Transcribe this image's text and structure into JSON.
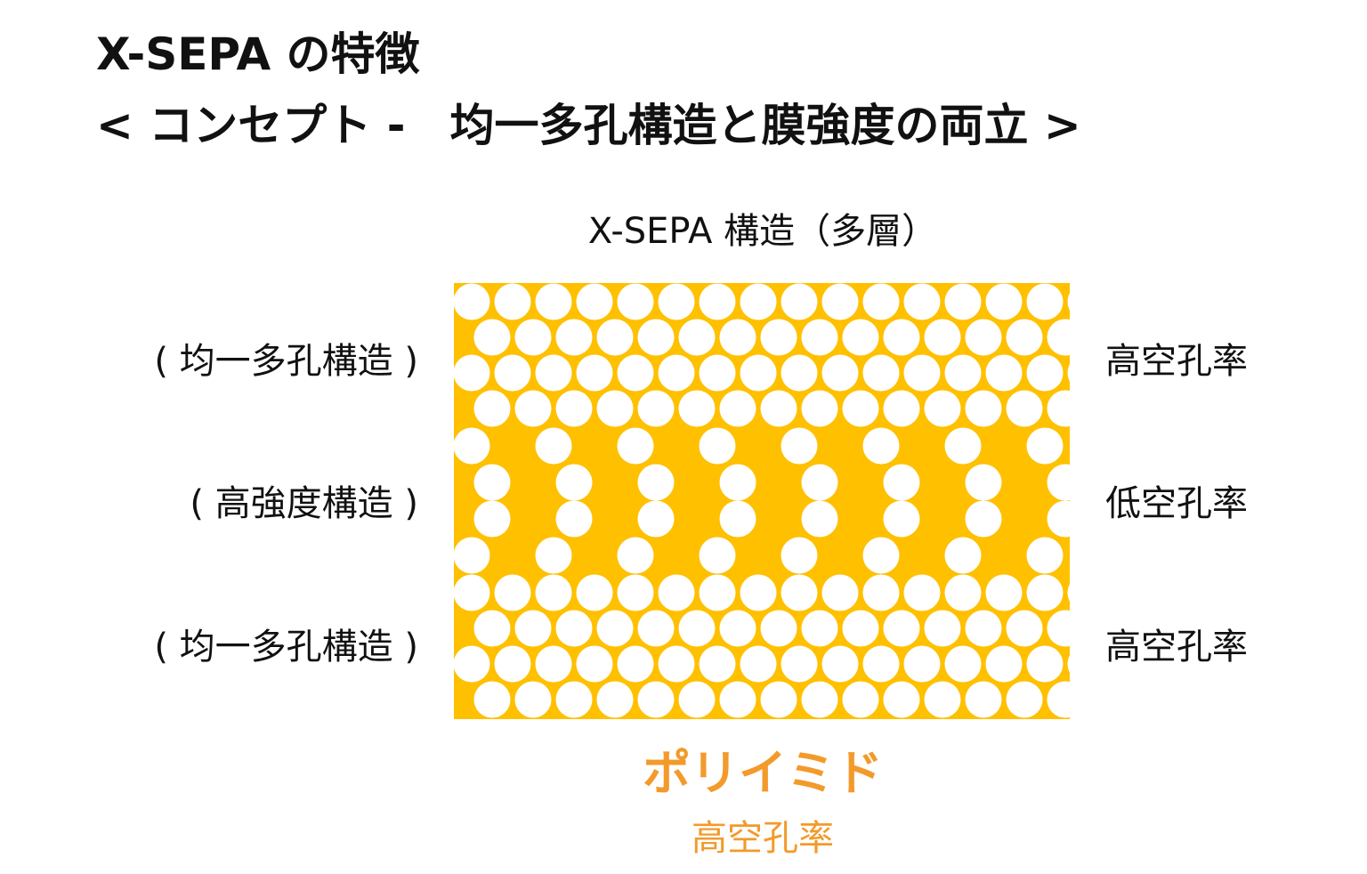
{
  "title": {
    "line1": "X-SEPA の特徴",
    "line2": "< コンセプト -　均一多孔構造と膜強度の両立 >"
  },
  "diagram": {
    "title": "X-SEPA 構造（多層）",
    "layers": [
      {
        "structure": "( 均一多孔構造 )",
        "porosity": "高空孔率",
        "pattern": "uniform-pores"
      },
      {
        "structure": "( 高強度構造 )",
        "porosity": "低空孔率",
        "pattern": "sparse-pores"
      },
      {
        "structure": "( 均一多孔構造 )",
        "porosity": "高空孔率",
        "pattern": "uniform-pores"
      }
    ],
    "material": {
      "name": "ポリイミド",
      "porosity": "高空孔率"
    }
  },
  "colors": {
    "polymer": "#FFC000",
    "pore": "#FFFFFF",
    "accent": "#F39A2B",
    "text": "#111111"
  }
}
